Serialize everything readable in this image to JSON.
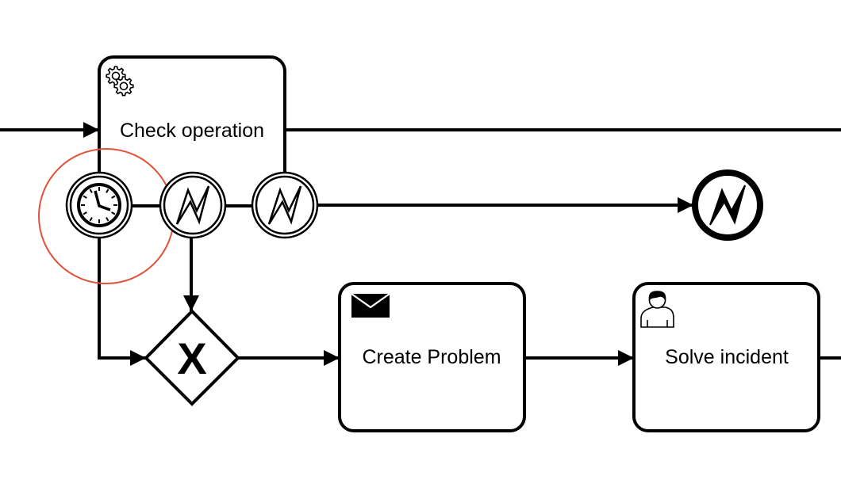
{
  "diagram": {
    "tasks": [
      {
        "id": "check",
        "label": "Check operation",
        "icon": "gear-icon"
      },
      {
        "id": "create",
        "label": "Create Problem",
        "icon": "envelope-icon"
      },
      {
        "id": "solve",
        "label": "Solve incident",
        "icon": "user-icon"
      }
    ],
    "events": [
      {
        "id": "timer",
        "icon": "clock-icon",
        "selected": true
      },
      {
        "id": "error1",
        "icon": "lightning-icon"
      },
      {
        "id": "error2",
        "icon": "lightning-icon"
      },
      {
        "id": "end",
        "icon": "lightning-icon"
      }
    ],
    "gateway": {
      "marker": "X"
    },
    "colors": {
      "stroke": "#000000",
      "selection": "#e0533b"
    }
  }
}
